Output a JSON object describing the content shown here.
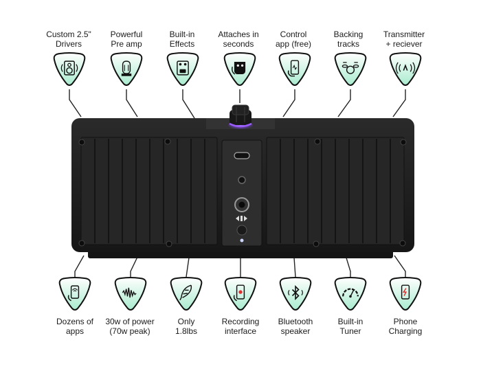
{
  "colors": {
    "pick_fill_top": "#ffffff",
    "pick_fill_bottom": "#a9ebcf",
    "pick_stroke": "#111111",
    "device_body": "#1e1e1e",
    "device_rib": "#2b2b2b",
    "panel": "#2e2e2e",
    "knob_glow": "#8a4dff"
  },
  "top_features": [
    {
      "label": "Custom 2.5\"\nDrivers",
      "icon": "speaker-driver-icon"
    },
    {
      "label": "Powerful\nPre amp",
      "icon": "vacuum-tube-icon"
    },
    {
      "label": "Built-in\nEffects",
      "icon": "effects-pedal-icon"
    },
    {
      "label": "Attaches in\nseconds",
      "icon": "hand-grip-icon"
    },
    {
      "label": "Control\napp (free)",
      "icon": "phone-app-icon"
    },
    {
      "label": "Backing\ntracks",
      "icon": "drum-kit-icon"
    },
    {
      "label": "Transmitter\n+ reciever",
      "icon": "wireless-signal-icon"
    }
  ],
  "bottom_features": [
    {
      "label": "Dozens of\napps",
      "icon": "phone-wireless-icon"
    },
    {
      "label": "30w of power\n(70w peak)",
      "icon": "soundwave-icon"
    },
    {
      "label": "Only\n1.8lbs",
      "icon": "feather-icon"
    },
    {
      "label": "Recording\ninterface",
      "icon": "phone-record-icon"
    },
    {
      "label": "Bluetooth\nspeaker",
      "icon": "bluetooth-icon"
    },
    {
      "label": "Built-in\nTuner",
      "icon": "tuner-gauge-icon"
    },
    {
      "label": "Phone\nCharging",
      "icon": "phone-charging-icon"
    }
  ]
}
